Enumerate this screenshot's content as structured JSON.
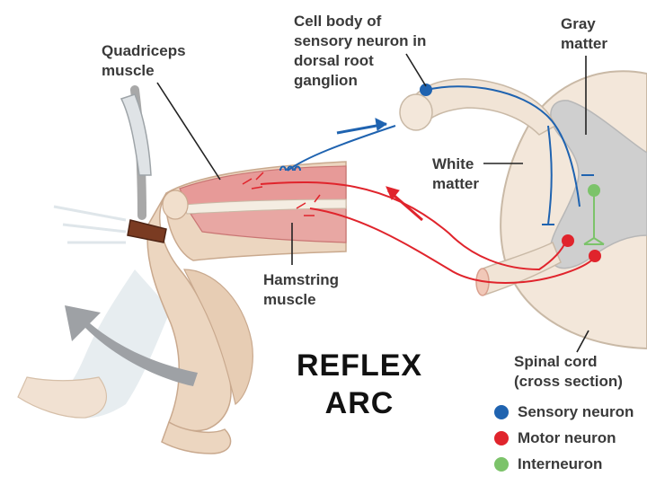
{
  "labels": {
    "quadriceps": "Quadriceps\nmuscle",
    "cell_body": "Cell body of\nsensory neuron in\ndorsal root\nganglion",
    "gray_matter": "Gray\nmatter",
    "white_matter": "White\nmatter",
    "hamstring": "Hamstring\nmuscle",
    "spinal_cord": "Spinal cord\n(cross section)"
  },
  "title": "REFLEX\nARC",
  "legend": [
    {
      "label": "Sensory neuron",
      "color": "#1f63b0"
    },
    {
      "label": "Motor neuron",
      "color": "#e0242c"
    },
    {
      "label": "Interneuron",
      "color": "#7cc36a"
    }
  ],
  "colors": {
    "sensory": "#1f63b0",
    "motor": "#e0242c",
    "interneuron": "#7cc36a",
    "skin": "#ecd6c0",
    "muscle": "#e79a98",
    "gray_matter": "#cfcfcf",
    "white_matter": "#f3e7da"
  }
}
